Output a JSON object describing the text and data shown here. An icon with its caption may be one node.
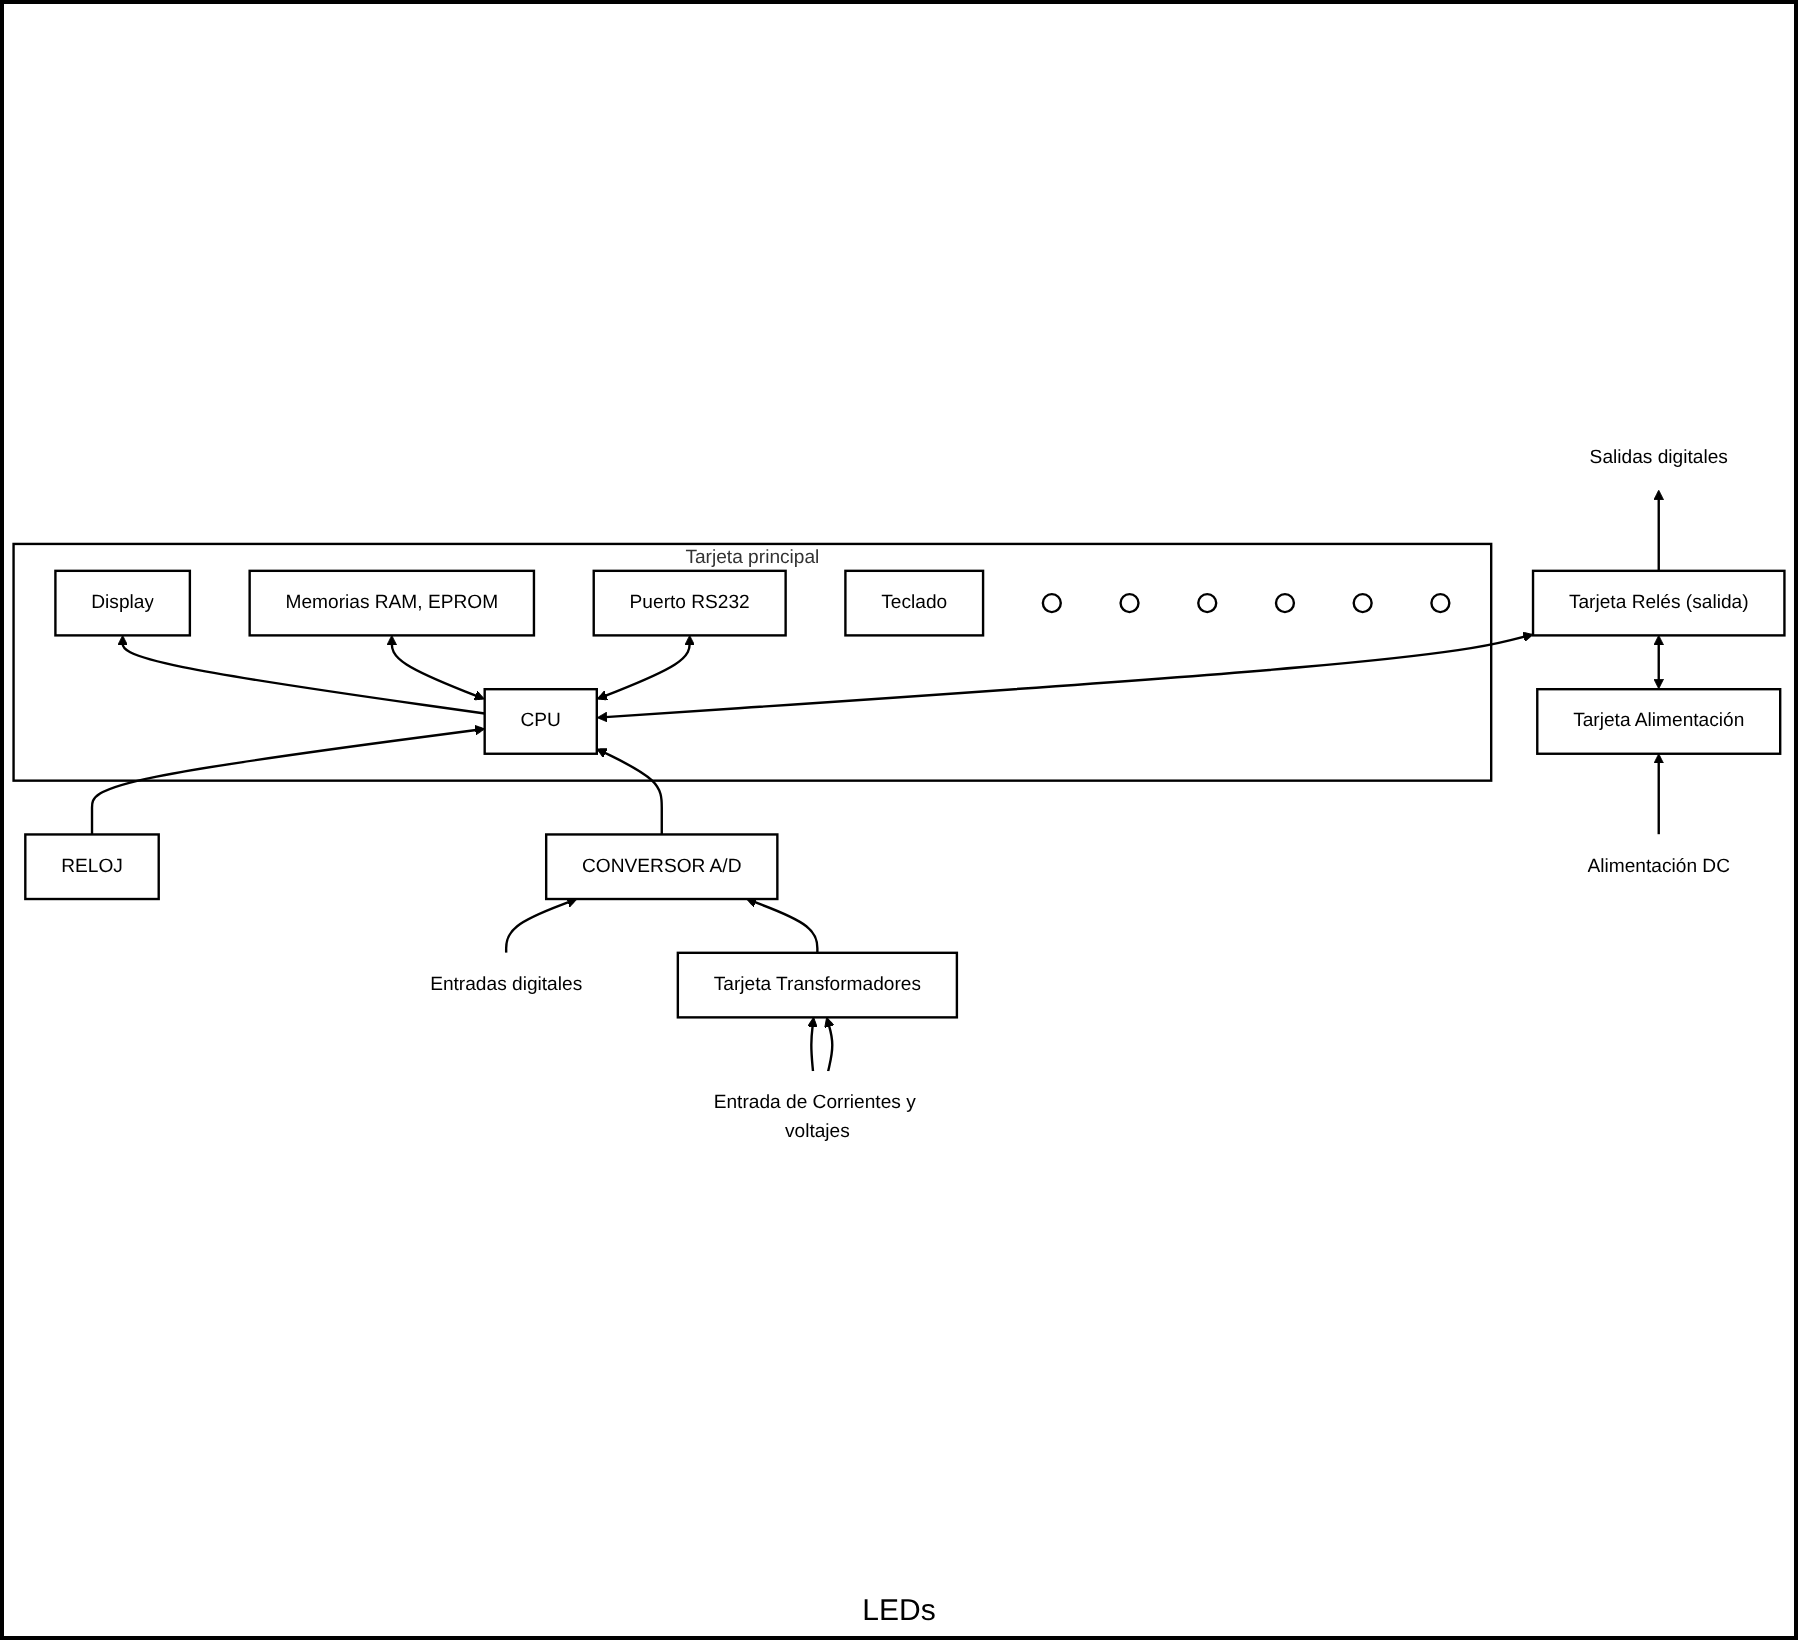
{
  "diagram": {
    "nodes": [
      {
        "text": [
          "Tarjeta principal"
        ]
      },
      {
        "text": [
          "Display"
        ],
        "in": 0
      },
      {
        "text": [
          "Memorias RAM, EPROM"
        ],
        "in": 0
      },
      {
        "text": [
          "Puerto RS232"
        ],
        "in": 0
      },
      {
        "text": [
          "CPU"
        ],
        "in": 0
      },
      {
        "text": [
          "Teclado"
        ],
        "in": 0
      },
      {
        "text": [],
        "shape": "circle",
        "in": 0
      },
      {
        "text": [],
        "shape": "circle",
        "in": 0
      },
      {
        "text": [],
        "shape": "circle",
        "in": 0
      },
      {
        "text": [],
        "shape": "circle",
        "in": 0
      },
      {
        "text": [],
        "shape": "circle",
        "in": 0
      },
      {
        "text": [],
        "shape": "circle",
        "in": 0
      },
      {
        "text": [
          "RELOJ"
        ]
      },
      {
        "text": [
          "Salidas digitales"
        ]
      },
      {
        "text": [
          "Tarjeta Relés (salida)"
        ]
      },
      {
        "text": [
          "CONVERSOR A/D"
        ]
      },
      {
        "text": [
          "Entradas digitales"
        ]
      },
      {
        "text": [
          "Tarjeta Alimentación"
        ]
      },
      {
        "text": [
          "Tarjeta Transformadores"
        ]
      },
      {
        "text": [
          "Alimentación DC"
        ]
      },
      {
        "text": [
          "Entrada de Corrientes y voltajes"
        ]
      }
    ],
    "edges": [
      {
        "from": 2,
        "to": 4,
        "arrow": "both"
      },
      {
        "from": 4,
        "to": 1,
        "arrow": "to"
      },
      {
        "from": 4,
        "to": 3,
        "arrow": "both"
      },
      {
        "from": 12,
        "to": 4,
        "arrow": "to"
      },
      {
        "from": 4,
        "to": 14,
        "arrow": "both"
      },
      {
        "from": 15,
        "to": 4,
        "arrow": "to"
      },
      {
        "from": 14,
        "to": 13,
        "arrow": "to"
      },
      {
        "from": 16,
        "to": 15,
        "arrow": "to"
      },
      {
        "from": 14,
        "to": 17,
        "arrow": "both"
      },
      {
        "from": 18,
        "to": 15,
        "arrow": "to"
      },
      {
        "from": 19,
        "to": 17,
        "arrow": "to"
      },
      {
        "from": 20,
        "to": 18,
        "arrow": "to"
      },
      {
        "from": 20,
        "to": 18,
        "arrow": "to"
      }
    ],
    "labels": [
      "LEDs"
    ]
  }
}
